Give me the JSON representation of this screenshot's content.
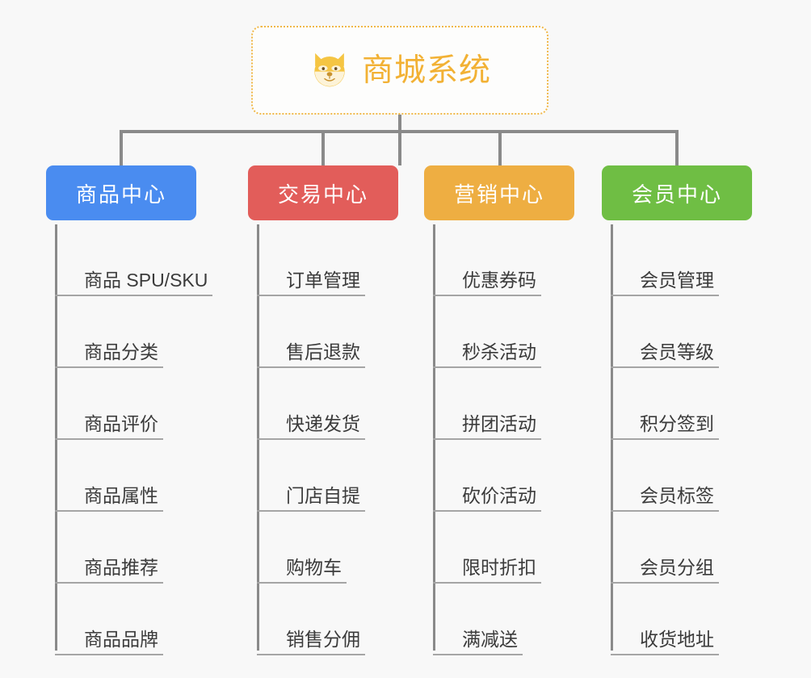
{
  "canvas": {
    "background": "#f8f8f8",
    "connector_color": "#8a8a8a",
    "leaf_rule_color": "#a5a5a5",
    "leaf_text_color": "#3b3b3b"
  },
  "root": {
    "title": "商城系统",
    "icon": "dog-face-emoji",
    "text_color": "#f2b134",
    "border_color": "#f0b849",
    "fill": "#fdfdfc"
  },
  "branches": [
    {
      "label": "商品中心",
      "color": "#4a8cf0",
      "items": [
        "商品 SPU/SKU",
        "商品分类",
        "商品评价",
        "商品属性",
        "商品推荐",
        "商品品牌"
      ]
    },
    {
      "label": "交易中心",
      "color": "#e25d5a",
      "items": [
        "订单管理",
        "售后退款",
        "快递发货",
        "门店自提",
        "购物车",
        "销售分佣"
      ]
    },
    {
      "label": "营销中心",
      "color": "#eeae42",
      "items": [
        "优惠券码",
        "秒杀活动",
        "拼团活动",
        "砍价活动",
        "限时折扣",
        "满减送"
      ]
    },
    {
      "label": "会员中心",
      "color": "#6fbe44",
      "items": [
        "会员管理",
        "会员等级",
        "积分签到",
        "会员标签",
        "会员分组",
        "收货地址"
      ]
    }
  ]
}
